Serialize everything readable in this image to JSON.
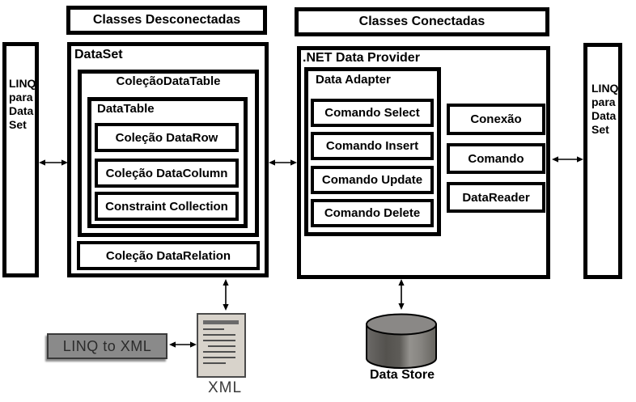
{
  "headers": {
    "disconnected": "Classes Desconectadas",
    "connected": "Classes Conectadas"
  },
  "linq_left": {
    "text": "LINQ para Data Set"
  },
  "linq_right": {
    "text": "LINQ para Data Set"
  },
  "dataset": {
    "label": "DataSet",
    "collection": {
      "label": "ColeçãoDataTable",
      "table": {
        "label": "DataTable",
        "items": [
          "Coleção DataRow",
          "Coleção DataColumn",
          "Constraint Collection"
        ]
      }
    },
    "relation": "Coleção DataRelation"
  },
  "provider": {
    "label": ".NET Data Provider",
    "adapter": {
      "label": "Data Adapter",
      "commands": [
        "Comando Select",
        "Comando Insert",
        "Comando Update",
        "Comando Delete"
      ]
    },
    "side_items": [
      "Conexão",
      "Comando",
      "DataReader"
    ]
  },
  "bottom": {
    "linq_to_xml": "LINQ to XML",
    "xml_label": "XML",
    "datastore_label": "Data Store"
  },
  "icons": {
    "xml_doc": "xml-document-icon",
    "datastore": "database-cylinder-icon",
    "arrow": "double-headed-arrow-icon"
  },
  "colors": {
    "border": "#000000",
    "box_fill": "#ffffff",
    "linq_xml_fill": "#8a8a8a",
    "xml_doc_fill": "#d8d3cb",
    "cylinder_dark": "#55524e",
    "cylinder_light": "#94928e"
  }
}
